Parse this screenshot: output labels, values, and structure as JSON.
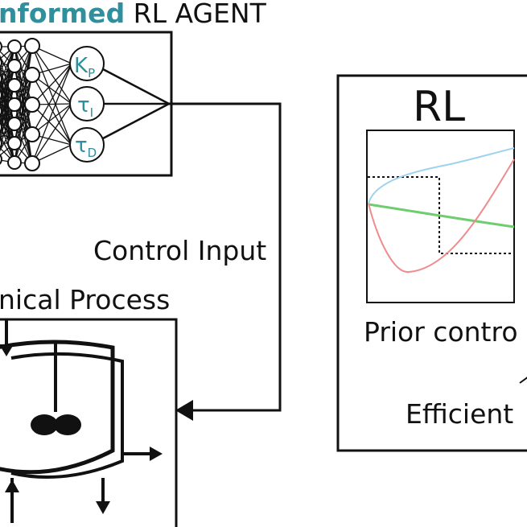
{
  "agent": {
    "title_highlight": "nformed",
    "title_rest": " RL AGENT",
    "outputs": [
      {
        "main": "K",
        "sub": "P"
      },
      {
        "main": "τ",
        "sub": "I"
      },
      {
        "main": "τ",
        "sub": "D"
      }
    ]
  },
  "connector": {
    "label": "Control Input"
  },
  "process": {
    "title": "nical Process"
  },
  "rl_panel": {
    "title": "RL",
    "caption": "Prior contro",
    "caption2": "Efficient"
  },
  "colors": {
    "accent": "#2f8f9d",
    "curve_blue": "#9fd2ee",
    "curve_red": "#ee8c8c",
    "curve_green": "#6fcd6f",
    "stroke": "#111111"
  }
}
